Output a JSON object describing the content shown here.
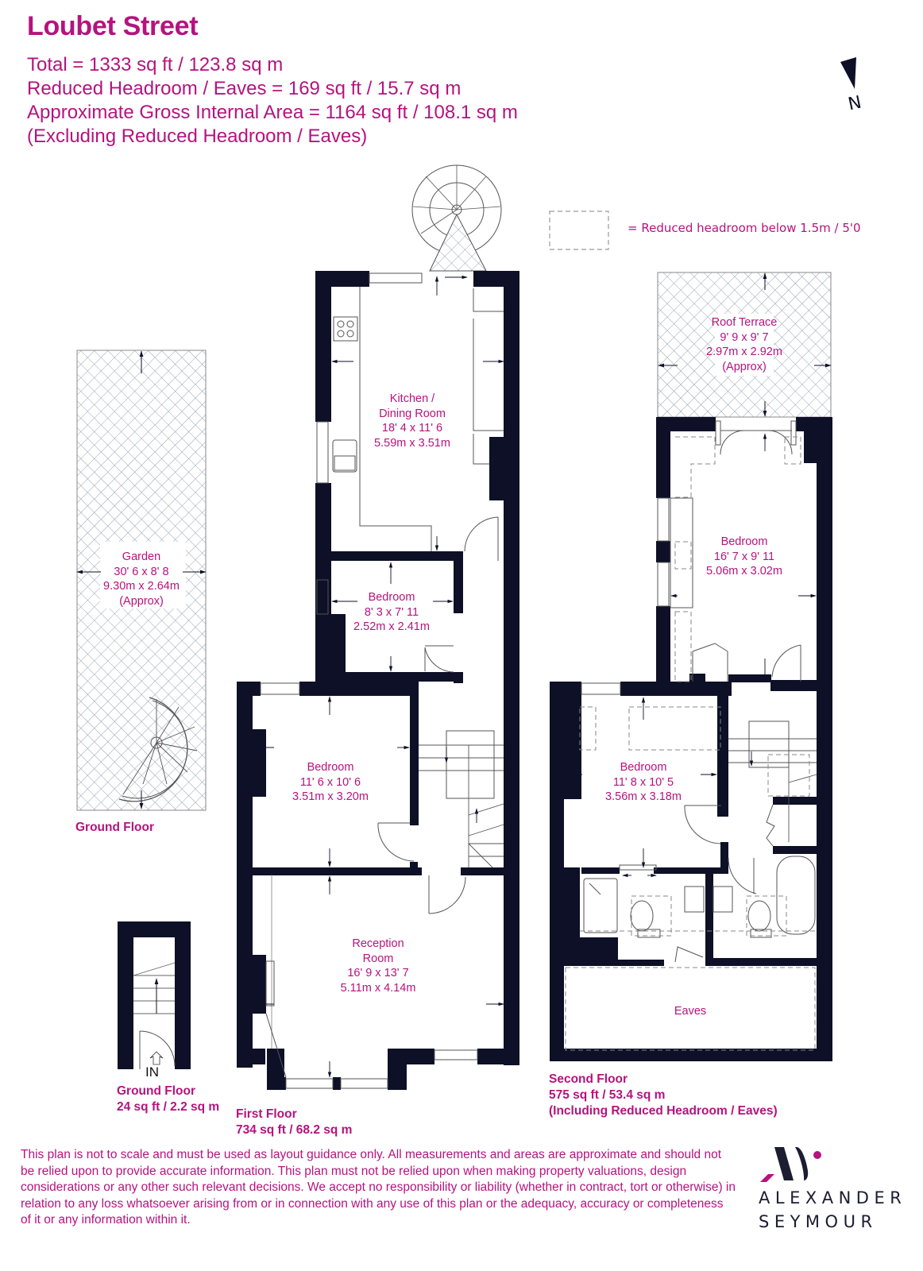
{
  "header": {
    "title": "Loubet Street",
    "stats": [
      "Total = 1333 sq ft / 123.8 sq m",
      "Reduced Headroom / Eaves = 169 sq ft / 15.7 sq m",
      "Approximate Gross Internal Area = 1164 sq ft / 108.1 sq m",
      "(Excluding Reduced Headroom / Eaves)"
    ]
  },
  "legend": {
    "text": "= Reduced headroom below 1.5m / 5'0",
    "north_label": "N"
  },
  "rooms": {
    "kitchen": {
      "name1": "Kitchen /",
      "name2": "Dining Room",
      "imperial": "18' 4 x 11' 6",
      "metric": "5.59m x 3.51m"
    },
    "garden": {
      "name": "Garden",
      "imperial": "30' 6 x 8' 8",
      "metric": "9.30m x 2.64m",
      "note": "(Approx)"
    },
    "bedroom_small": {
      "name": "Bedroom",
      "imperial": "8' 3 x 7' 11",
      "metric": "2.52m x 2.41m"
    },
    "bedroom_first": {
      "name": "Bedroom",
      "imperial": "11' 6 x 10' 6",
      "metric": "3.51m x 3.20m"
    },
    "reception": {
      "name1": "Reception",
      "name2": "Room",
      "imperial": "16' 9 x 13' 7",
      "metric": "5.11m x 4.14m"
    },
    "roof_terrace": {
      "name": "Roof Terrace",
      "imperial": "9' 9 x 9' 7",
      "metric": "2.97m x 2.92m",
      "note": "(Approx)"
    },
    "bedroom_second_top": {
      "name": "Bedroom",
      "imperial": "16' 7 x 9' 11",
      "metric": "5.06m x 3.02m"
    },
    "bedroom_second_mid": {
      "name": "Bedroom",
      "imperial": "11' 8 x 10' 5",
      "metric": "3.56m x 3.18m"
    },
    "eaves": {
      "name": "Eaves"
    }
  },
  "floors": {
    "ground_garden": {
      "label": "Ground Floor"
    },
    "ground_entrance": {
      "label": "Ground Floor",
      "area": "24 sq ft / 2.2 sq m",
      "entrance": "IN"
    },
    "first": {
      "label": "First Floor",
      "area": "734 sq ft / 68.2 sq m"
    },
    "second": {
      "label": "Second Floor",
      "area": "575 sq ft / 53.4 sq m",
      "note": "(Including Reduced Headroom / Eaves)"
    }
  },
  "footer": {
    "disclaimer": "This plan is not to scale and must be used as layout guidance only. All measurements and areas are approximate and should not be relied upon to provide accurate information. This plan must not be relied upon when making property valuations, design considerations or any other such relevant decisions. We accept no responsibility or liability (whether in contract, tort or otherwise) in relation to any loss whatsoever arising from or in connection with any use of this plan or the adequacy, accuracy or completeness of it or any information within it.",
    "brand_line1": "ALEXANDER",
    "brand_line2": "SEYMOUR"
  },
  "colors": {
    "accent": "#b5137e",
    "wall": "#0d1026",
    "hatch": "#8a9aa8"
  }
}
